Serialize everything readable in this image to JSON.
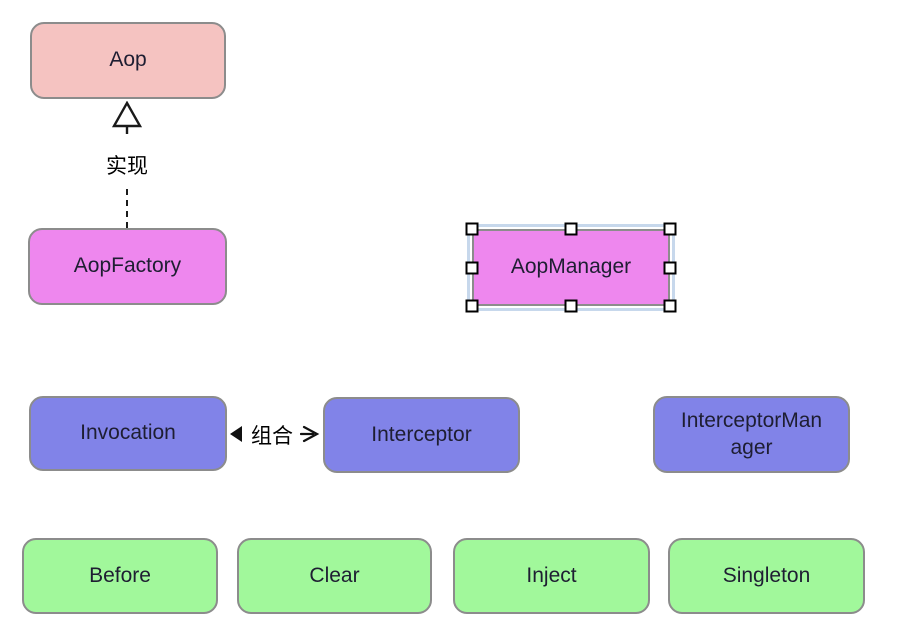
{
  "diagram": {
    "nodes": {
      "aop": {
        "label": "Aop",
        "fill": "#F5C3C1"
      },
      "aopFactory": {
        "label": "AopFactory",
        "fill": "#EE87EE"
      },
      "aopManager": {
        "label": "AopManager",
        "fill": "#EE87EE",
        "selected": true
      },
      "invocation": {
        "label": "Invocation",
        "fill": "#8183E8"
      },
      "interceptor": {
        "label": "Interceptor",
        "fill": "#8183E8"
      },
      "interceptorManager": {
        "label": "InterceptorManager",
        "fill": "#8183E8"
      },
      "before": {
        "label": "Before",
        "fill": "#A1F89B"
      },
      "clear": {
        "label": "Clear",
        "fill": "#A1F89B"
      },
      "inject": {
        "label": "Inject",
        "fill": "#A1F89B"
      },
      "singleton": {
        "label": "Singleton",
        "fill": "#A1F89B"
      }
    },
    "edges": {
      "realization": {
        "label": "实现"
      },
      "composition": {
        "label": "组合"
      }
    },
    "icons": {
      "realization_arrow": "hollow-triangle-up",
      "composition_source": "filled-triangle-left",
      "composition_target": "open-arrow-right"
    },
    "colors": {
      "node_stroke": "#8C8C8C",
      "edge_color": "#1A1A1A",
      "selection_outline": "#C7D8EC",
      "handle_fill": "#FFFFFF",
      "handle_stroke": "#000000"
    }
  }
}
